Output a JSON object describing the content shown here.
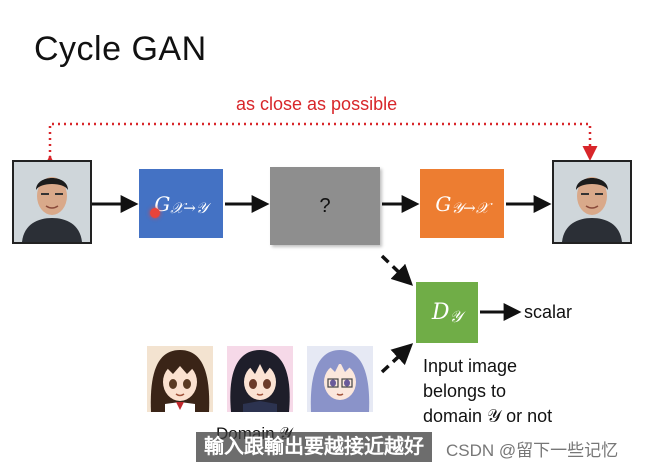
{
  "slide": {
    "title": "Cycle GAN",
    "close_label": "as close as possible",
    "generator_xy": "G",
    "generator_xy_sub": "𝒳→𝒴",
    "middle_box": "?",
    "generator_yx": "G",
    "generator_yx_sub": "𝒴→𝒳",
    "discriminator": "D",
    "discriminator_sub": "𝒴",
    "output_label": "scalar",
    "note_lines": [
      "Input image",
      "belongs to",
      "domain 𝒴 or not"
    ],
    "domain_label": "Domain 𝒴"
  },
  "overlay": {
    "subtitle": "輸入跟輸出要越接近越好",
    "watermark": "CSDN @留下一些记忆"
  },
  "colors": {
    "generator_xy": "#4472c4",
    "middle": "#8e8e8e",
    "generator_yx": "#ed7d31",
    "discriminator": "#70ad47",
    "close_line": "#d8262a"
  }
}
